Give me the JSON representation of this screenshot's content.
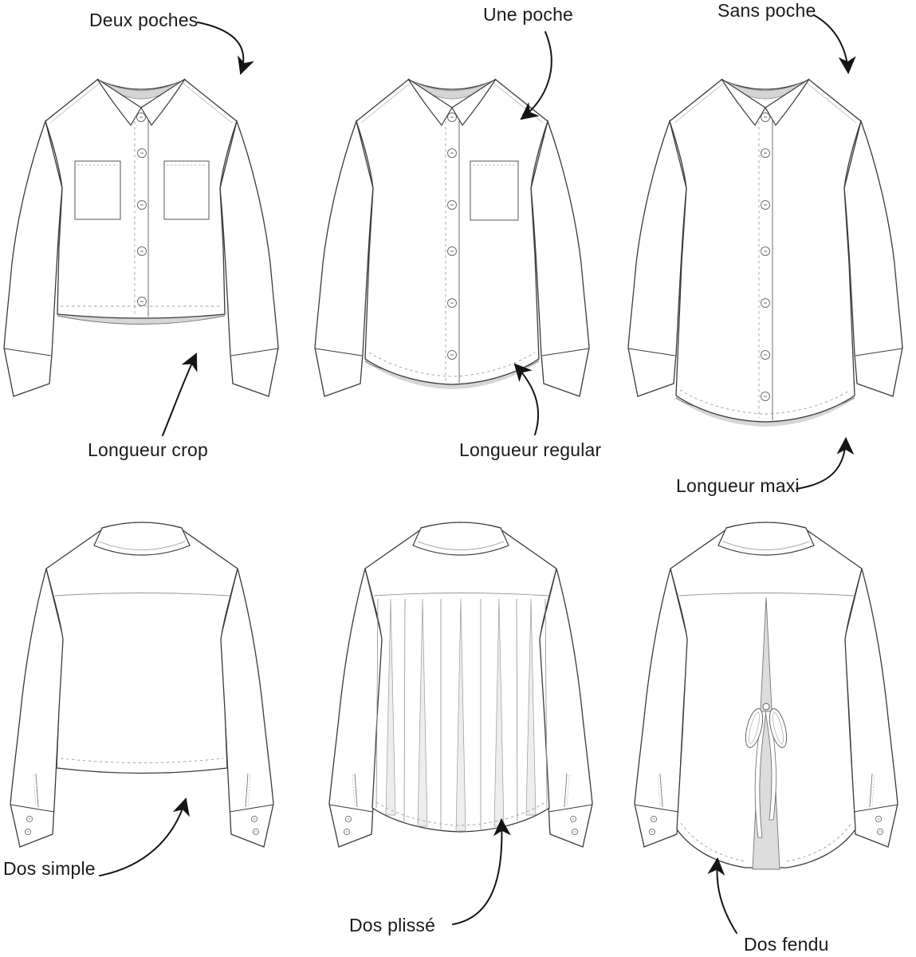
{
  "diagram": {
    "labels": {
      "deux_poches": "Deux poches",
      "une_poche": "Une poche",
      "sans_poche": "Sans poche",
      "longueur_crop": "Longueur crop",
      "longueur_regular": "Longueur regular",
      "longueur_maxi": "Longueur maxi",
      "dos_simple": "Dos simple",
      "dos_plisse": "Dos plissé",
      "dos_fendu": "Dos fendu"
    },
    "colors": {
      "background": "#ffffff",
      "outline": "#3a3a3a",
      "seam": "#9a9a9a",
      "shadow": "#d6d6d6",
      "slit_fill": "#dcdcdc",
      "arrow": "#141414",
      "text": "#1a1a1a"
    }
  }
}
